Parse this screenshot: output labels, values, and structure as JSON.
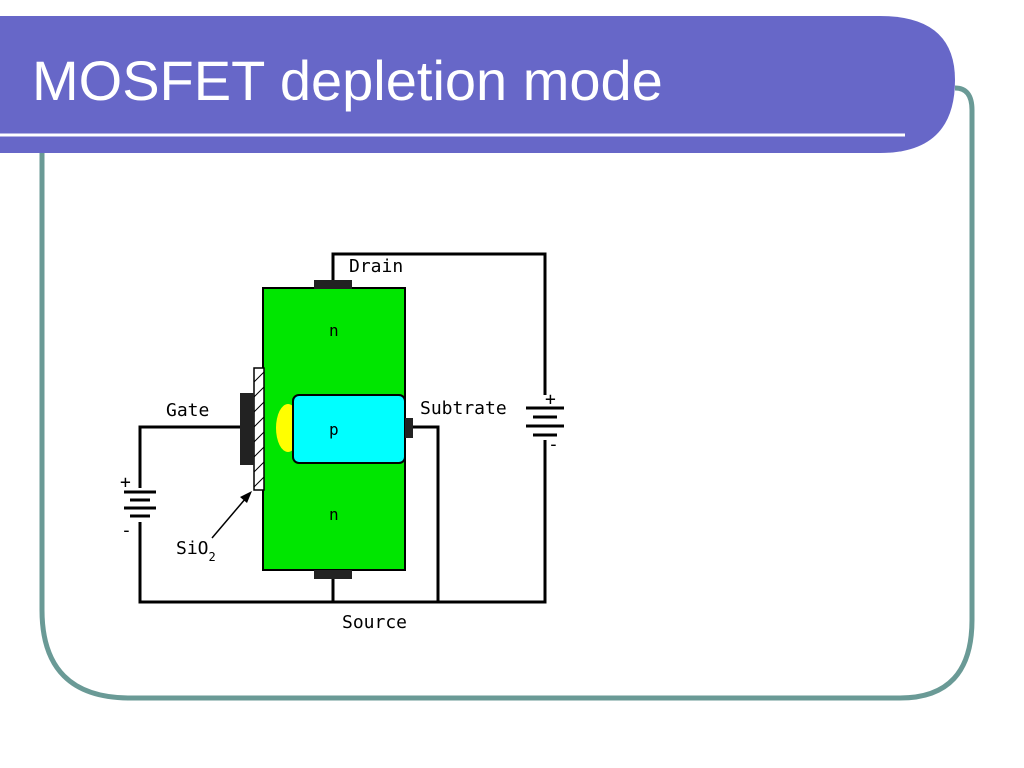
{
  "slide": {
    "title": "MOSFET depletion mode"
  },
  "diagram": {
    "terminals": {
      "drain": "Drain",
      "gate": "Gate",
      "substrate": "Subtrate",
      "source": "Source"
    },
    "regions": {
      "top": "n",
      "middle": "p",
      "bottom": "n"
    },
    "oxide": {
      "label_main": "SiO",
      "label_sub": "2"
    },
    "batteries": {
      "left": {
        "plus": "+",
        "minus": "-"
      },
      "right": {
        "plus": "+",
        "minus": "-"
      }
    },
    "colors": {
      "banner": "#6767C8",
      "frame": "#6A9A96",
      "n_region": "#00E600",
      "p_region": "#00FFFF",
      "depletion": "#FFFF00",
      "electrode": "#222222"
    }
  }
}
